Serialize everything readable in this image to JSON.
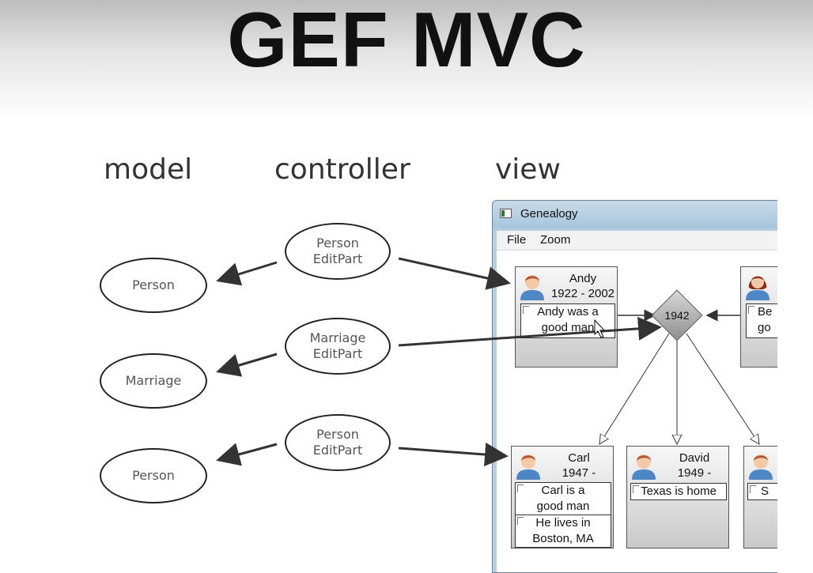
{
  "title": "GEF MVC",
  "columns": {
    "model": "model",
    "controller": "controller",
    "view": "view"
  },
  "model_items": [
    "Person",
    "Marriage",
    "Person"
  ],
  "controller_items": [
    {
      "line1": "Person",
      "line2": "EditPart"
    },
    {
      "line1": "Marriage",
      "line2": "EditPart"
    },
    {
      "line1": "Person",
      "line2": "EditPart"
    }
  ],
  "window": {
    "title": "Genealogy",
    "menu": [
      "File",
      "Zoom"
    ]
  },
  "people": {
    "andy": {
      "name": "Andy",
      "years": "1922 - 2002",
      "note_line1": "Andy was a",
      "note_line2": "good man"
    },
    "be": {
      "note_line1": "Be",
      "note_line2": "go"
    },
    "carl": {
      "name": "Carl",
      "years": "1947 -",
      "note1_line1": "Carl is a",
      "note1_line2": "good man",
      "note2_line1": "He lives in",
      "note2_line2": "Boston, MA"
    },
    "david": {
      "name": "David",
      "years": "1949 -",
      "note": "Texas is home"
    },
    "third": {
      "note": "S"
    }
  },
  "marriage": {
    "label": "1942"
  },
  "colors": {
    "male_hair": "#b5532c",
    "female_hair": "#8a2b12",
    "shirt": "#4f86c6",
    "skin": "#f4c9a8"
  }
}
